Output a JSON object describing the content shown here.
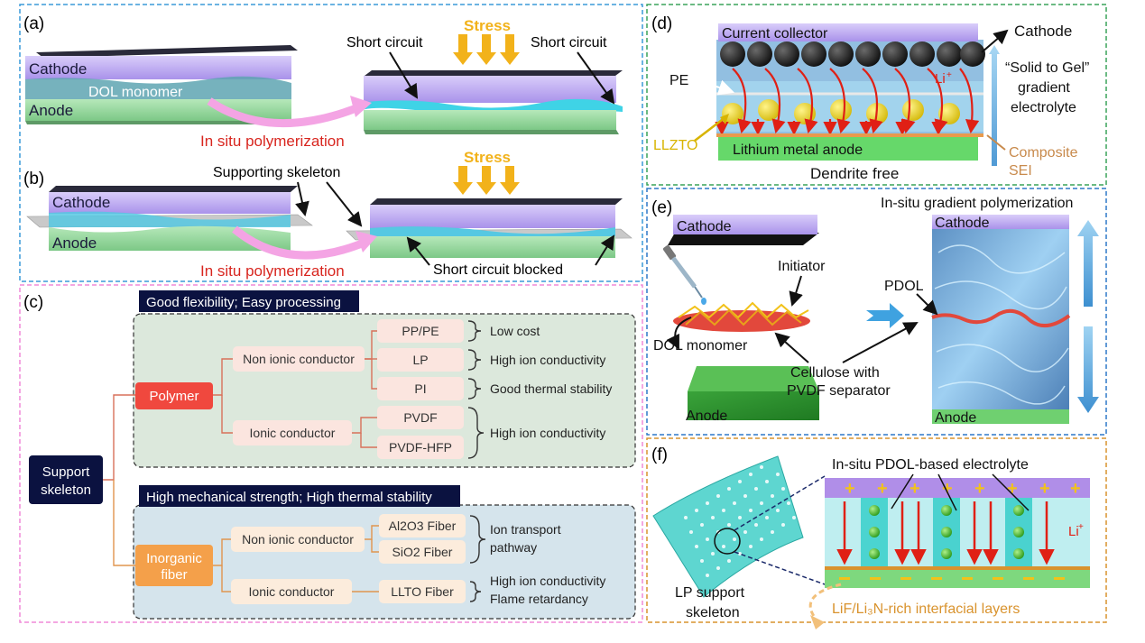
{
  "panels": {
    "a": {
      "letter": "(a)",
      "cathode": "Cathode",
      "anode": "Anode",
      "monomer": "DOL monomer",
      "stress": "Stress",
      "short1": "Short circuit",
      "short2": "Short circuit",
      "polymerization": "In situ polymerization"
    },
    "b": {
      "letter": "(b)",
      "cathode": "Cathode",
      "anode": "Anode",
      "skeleton": "Supporting skeleton",
      "stress": "Stress",
      "polymerization": "In situ polymerization",
      "blocked": "Short circuit blocked"
    },
    "c": {
      "letter": "(c)",
      "root": [
        "Support",
        "skeleton"
      ],
      "header1": "Good flexibility; Easy processing",
      "header2": "High mechanical strength; High thermal stability",
      "polymer": "Polymer",
      "inorganic": [
        "Inorganic",
        "fiber"
      ],
      "non_ionic_1": "Non ionic conductor",
      "ionic_1": "Ionic conductor",
      "non_ionic_2": "Non ionic conductor",
      "ionic_2": "Ionic conductor",
      "leaves": [
        "PP/PE",
        "LP",
        "PI",
        "PVDF",
        "PVDF-HFP",
        "Al2O3 Fiber",
        "SiO2 Fiber",
        "LLTO Fiber"
      ],
      "props": {
        "low_cost": "Low cost",
        "high_ion_1": "High ion conductivity",
        "thermal": "Good thermal stability",
        "high_ion_2": "High ion conductivity",
        "ion_transport": [
          "Ion transport",
          "pathway"
        ],
        "high_ion_3": "High ion conductivity",
        "flame": "Flame retardancy"
      }
    },
    "d": {
      "letter": "(d)",
      "collector": "Current collector",
      "cathode": "Cathode",
      "pe": "PE",
      "li": "Li",
      "gradient": [
        "“Solid to Gel”",
        "gradient",
        "electrolyte"
      ],
      "llzto": "LLZTO",
      "anode": "Lithium metal anode",
      "composite": [
        "Composite",
        "SEI"
      ],
      "dendrite": "Dendrite free"
    },
    "e": {
      "letter": "(e)",
      "title": "In-situ gradient polymerization",
      "cathode_left": "Cathode",
      "cathode_right": "Cathode",
      "initiator": "Initiator",
      "pdol": "PDOL",
      "monomer": "DOL monomer",
      "cellulose": [
        "Cellulose with",
        "PVDF separator"
      ],
      "anode_left": "Anode",
      "anode_right": "Anode"
    },
    "f": {
      "letter": "(f)",
      "title": "In-situ PDOL-based electrolyte",
      "li": "Li",
      "lp": [
        "LP support",
        "skeleton"
      ],
      "interfacial": "LiF/Li₃N-rich interfacial layers"
    }
  },
  "colors": {
    "frame_ab": "#3a9ad9",
    "frame_c": "#f08ad8",
    "frame_d": "#3aa35a",
    "frame_e": "#2f78c8",
    "frame_f": "#d9932e",
    "cathode": "#b9a4ee",
    "anode": "#9bd8a0",
    "red_text": "#d8261f",
    "stress": "#f2b21a",
    "navy": "#0b1240",
    "polymer_red": "#f0483e",
    "inorganic_orange": "#f4a04a"
  }
}
